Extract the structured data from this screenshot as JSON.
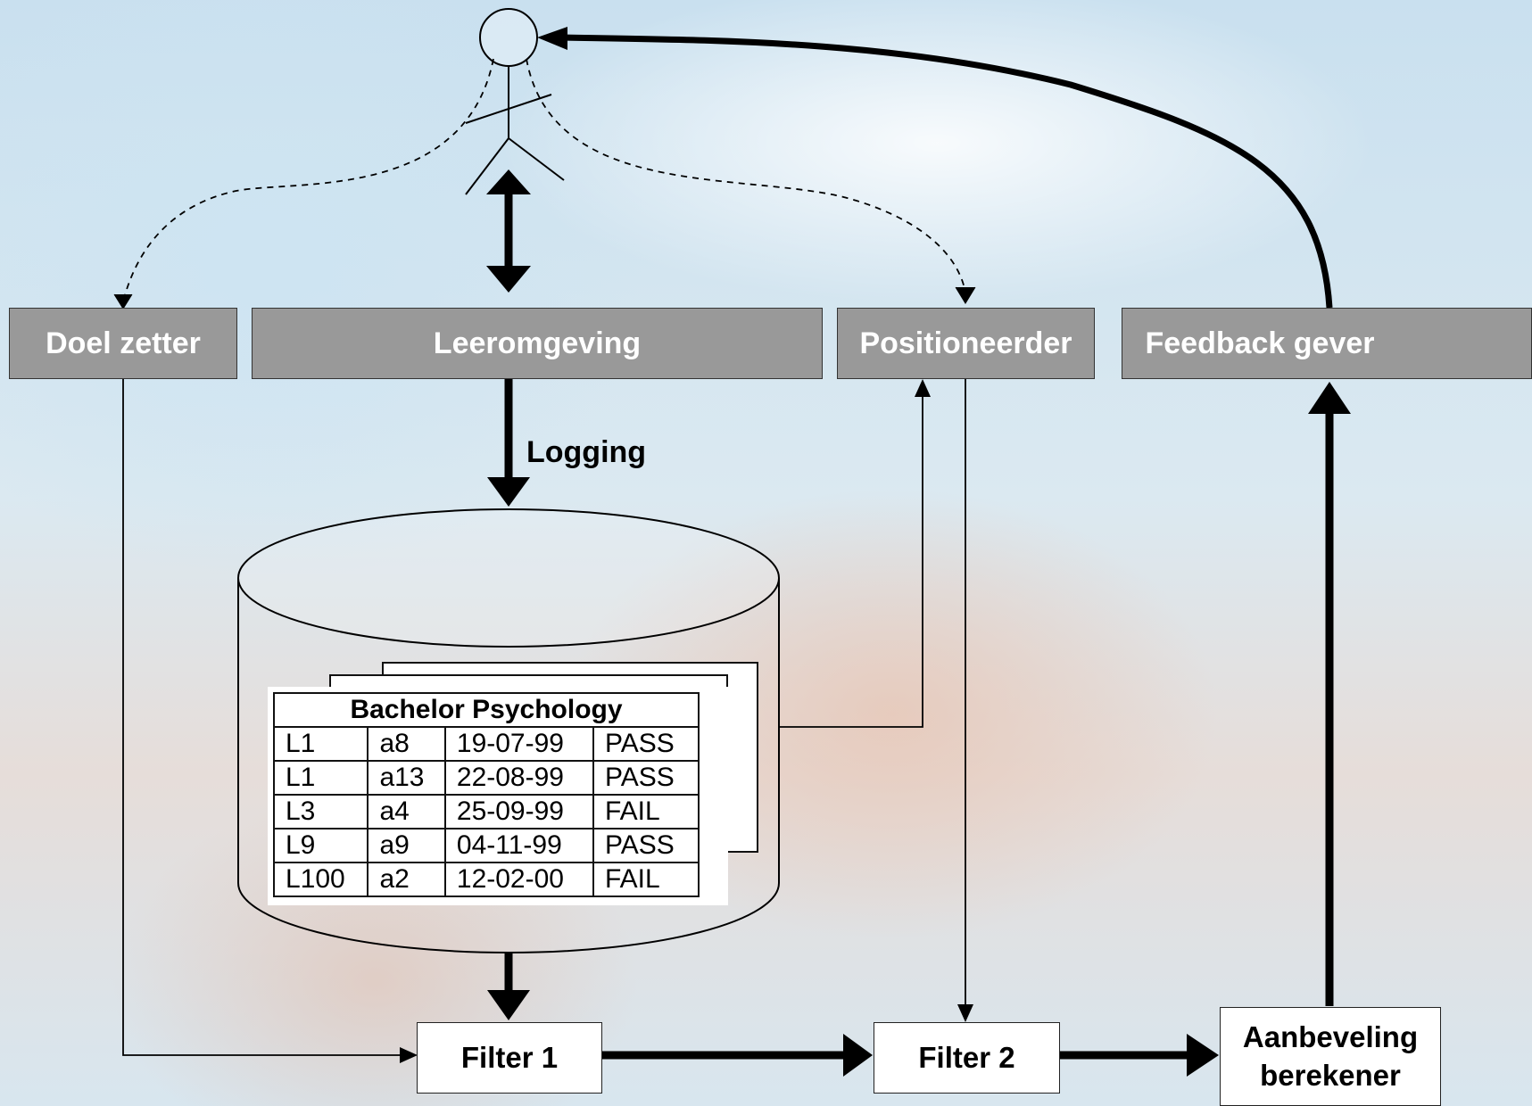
{
  "boxes": {
    "doel_zetter": "Doel zetter",
    "leeromgeving": "Leeromgeving",
    "positioneerder": "Positioneerder",
    "feedback_gever": "Feedback gever"
  },
  "logging_label": "Logging",
  "table": {
    "title": "Bachelor Psychology",
    "rows": [
      [
        "L1",
        "a8",
        "19-07-99",
        "PASS"
      ],
      [
        "L1",
        "a13",
        "22-08-99",
        "PASS"
      ],
      [
        "L3",
        "a4",
        "25-09-99",
        "FAIL"
      ],
      [
        "L9",
        "a9",
        "04-11-99",
        "PASS"
      ],
      [
        "L100",
        "a2",
        "12-02-00",
        "FAIL"
      ]
    ]
  },
  "filter1": "Filter 1",
  "filter2": "Filter 2",
  "aanbeveling": {
    "line1": "Aanbeveling",
    "line2": "berekener"
  }
}
